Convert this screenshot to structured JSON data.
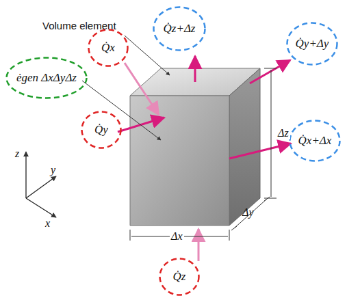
{
  "diagram": {
    "nodes": [
      {
        "text": [
          "Q̇z+Δz"
        ]
      },
      {
        "text": [
          "Q̇y+Δy"
        ]
      },
      {
        "text": [
          "Q̇x"
        ]
      },
      {
        "text": [
          "ėgen ΔxΔyΔz"
        ]
      },
      {
        "text": [
          "Q̇y"
        ]
      },
      {
        "text": [
          "Q̇x+Δx"
        ]
      },
      {
        "text": [
          "Q̇z"
        ]
      }
    ],
    "labels": [
      "Volume element",
      "Δz",
      "Δx",
      "Δy",
      "z",
      "y",
      "x"
    ]
  }
}
